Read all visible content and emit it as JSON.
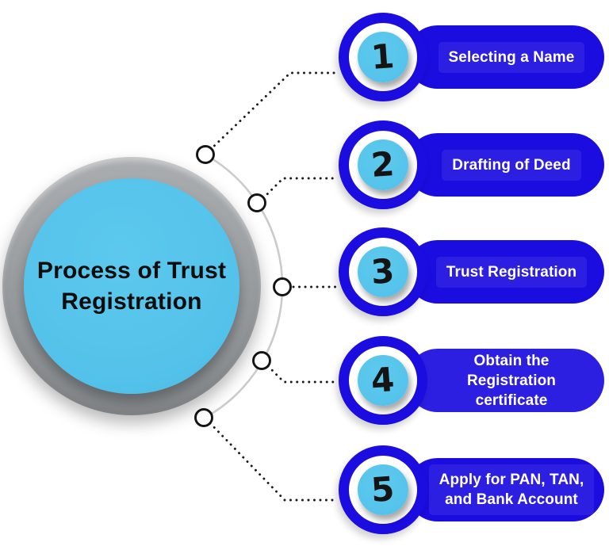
{
  "title": {
    "line1": "Process of Trust",
    "line2": "Registration"
  },
  "steps": [
    {
      "number": "1",
      "label": "Selecting a Name"
    },
    {
      "number": "2",
      "label": "Drafting of Deed"
    },
    {
      "number": "3",
      "label": "Trust Registration"
    },
    {
      "number": "4",
      "label": "Obtain the\nRegistration certificate"
    },
    {
      "number": "5",
      "label": "Apply for PAN, TAN,\nand Bank Account"
    }
  ],
  "colors": {
    "accent_blue": "#1b0ce0",
    "sky_blue": "#56c3ea",
    "ring_gray": "#9a9ea1",
    "connector_black": "#1c1c1c",
    "arc_gray": "#c9cbcd",
    "text_on_pill": "#ffffff",
    "title_text": "#0d0d0d"
  }
}
